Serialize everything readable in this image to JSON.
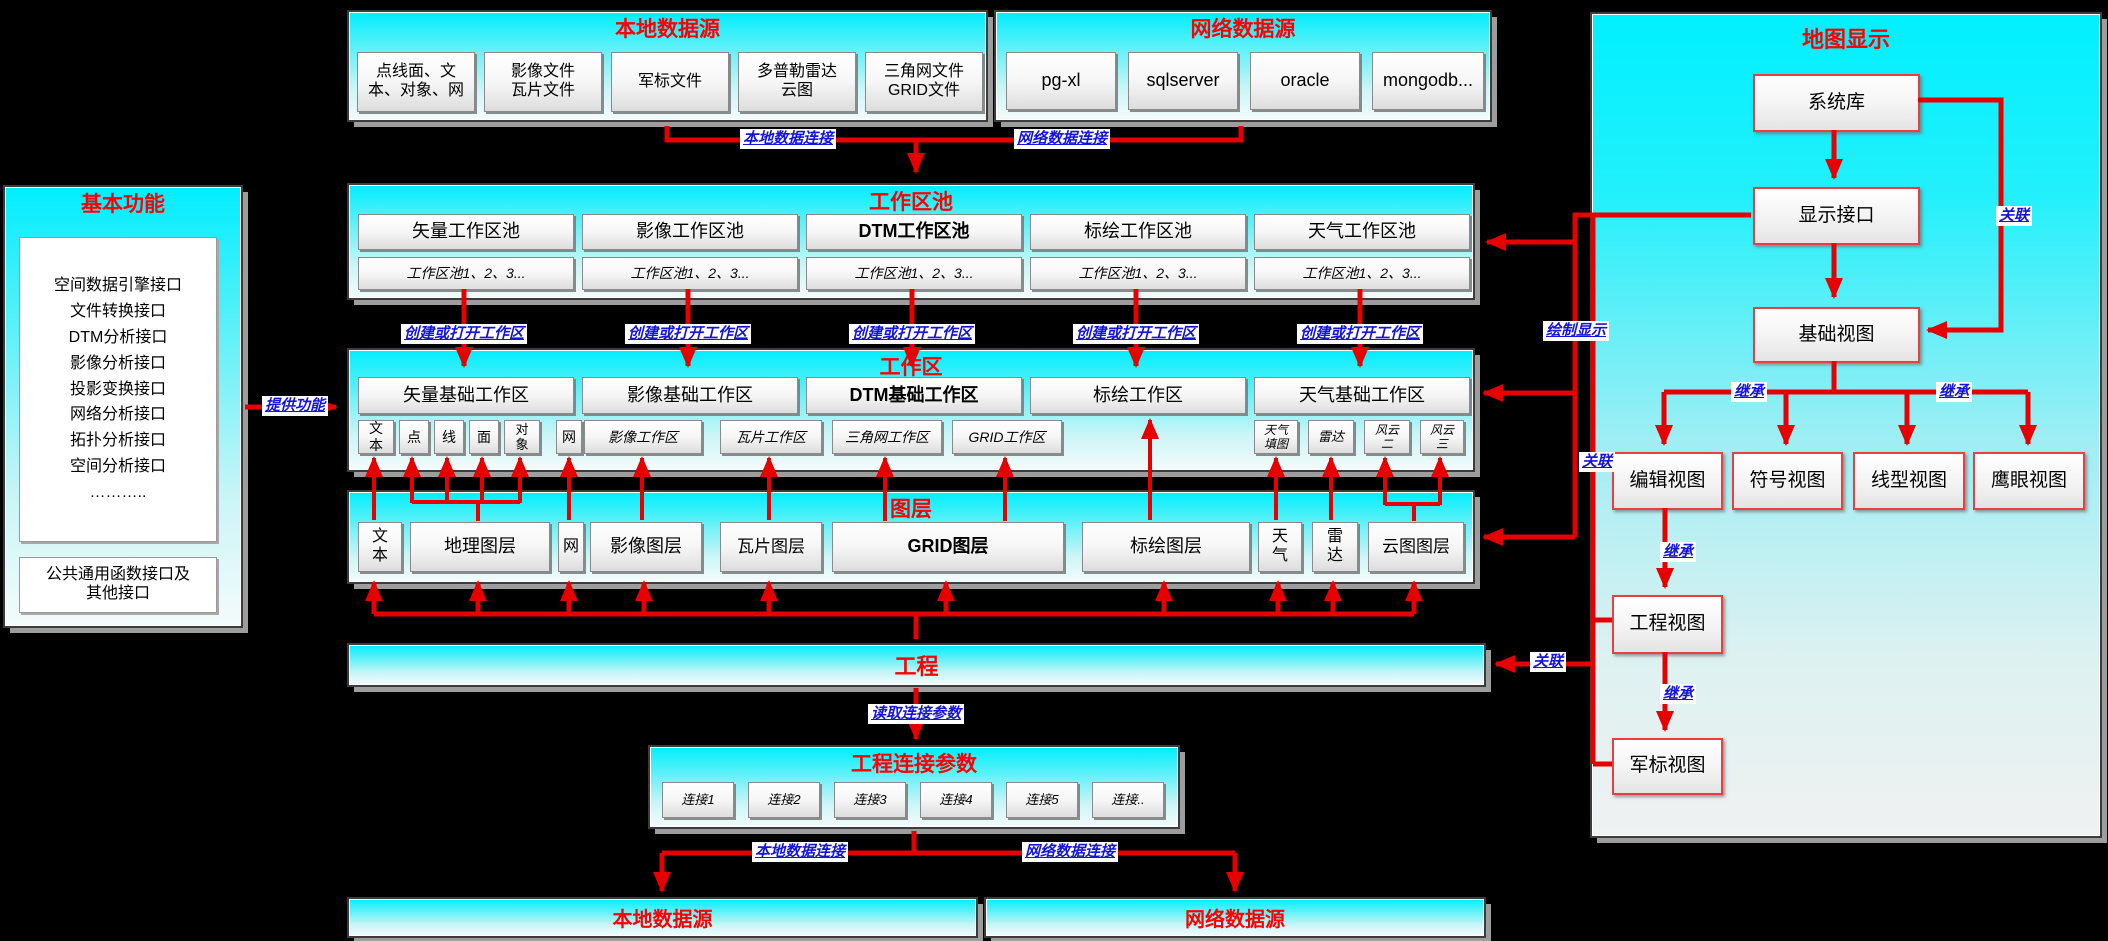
{
  "panels": {
    "local_source": {
      "title": "本地数据源",
      "items": [
        {
          "label": "点线面、文\n本、对象、网"
        },
        {
          "label": "影像文件\n瓦片文件"
        },
        {
          "label": "军标文件"
        },
        {
          "label": "多普勒雷达\n云图"
        },
        {
          "label": "三角网文件\nGRID文件"
        }
      ]
    },
    "network_source": {
      "title": "网络数据源",
      "items": [
        {
          "label": "pg-xl"
        },
        {
          "label": "sqlserver"
        },
        {
          "label": "oracle"
        },
        {
          "label": "mongodb..."
        }
      ]
    },
    "basic_functions": {
      "title": "基本功能",
      "interfaces": "空间数据引擎接口\n文件转换接口\nDTM分析接口\n影像分析接口\n投影变换接口\n网络分析接口\n拓扑分析接口\n空间分析接口\n………..",
      "common": "公共通用函数接口及\n其他接口"
    },
    "workspace_pool": {
      "title": "工作区池",
      "columns": [
        {
          "label": "矢量工作区池",
          "sub": "工作区池1、2、3..."
        },
        {
          "label": "影像工作区池",
          "sub": "工作区池1、2、3..."
        },
        {
          "label": "DTM工作区池",
          "sub": "工作区池1、2、3..."
        },
        {
          "label": "标绘工作区池",
          "sub": "工作区池1、2、3..."
        },
        {
          "label": "天气工作区池",
          "sub": "工作区池1、2、3..."
        }
      ]
    },
    "workspace": {
      "title": "工作区",
      "columns": [
        {
          "label": "矢量基础工作区"
        },
        {
          "label": "影像基础工作区"
        },
        {
          "label": "DTM基础工作区"
        },
        {
          "label": "标绘工作区"
        },
        {
          "label": "天气基础工作区"
        }
      ],
      "items": [
        {
          "label": "文\n本"
        },
        {
          "label": "点"
        },
        {
          "label": "线"
        },
        {
          "label": "面"
        },
        {
          "label": "对\n象"
        },
        {
          "label": "网"
        },
        {
          "label": "影像工作区"
        },
        {
          "label": "瓦片工作区"
        },
        {
          "label": "三角网工作区"
        },
        {
          "label": "GRID工作区"
        },
        {
          "label": "天气\n填图"
        },
        {
          "label": "雷达"
        },
        {
          "label": "风云\n二"
        },
        {
          "label": "风云\n三"
        }
      ]
    },
    "layers": {
      "title": "图层",
      "items": [
        {
          "label": "文\n本"
        },
        {
          "label": "地理图层"
        },
        {
          "label": "网"
        },
        {
          "label": "影像图层"
        },
        {
          "label": "瓦片图层"
        },
        {
          "label": "GRID图层"
        },
        {
          "label": "标绘图层"
        },
        {
          "label": "天\n气"
        },
        {
          "label": "雷\n达"
        },
        {
          "label": "云图图层"
        }
      ]
    },
    "project": {
      "title": "工程"
    },
    "connection_params": {
      "title": "工程连接参数",
      "items": [
        {
          "label": "连接1"
        },
        {
          "label": "连接2"
        },
        {
          "label": "连接3"
        },
        {
          "label": "连接4"
        },
        {
          "label": "连接5"
        },
        {
          "label": "连接.."
        }
      ]
    },
    "bottom_local": {
      "title": "本地数据源"
    },
    "bottom_network": {
      "title": "网络数据源"
    },
    "map_display": {
      "title": "地图显示",
      "nodes": {
        "system_lib": "系统库",
        "display_interface": "显示接口",
        "base_view": "基础视图",
        "edit_view": "编辑视图",
        "symbol_view": "符号视图",
        "line_view": "线型视图",
        "eagle_view": "鹰眼视图",
        "project_view": "工程视图",
        "military_view": "军标视图"
      }
    }
  },
  "edge_labels": {
    "local_connection": "本地数据连接",
    "network_connection": "网络数据连接",
    "create_or_open": "创建或打开工作区",
    "provide_function": "提供功能",
    "read_connection_params": "读取连接参数",
    "draw_display": "绘制显示",
    "association": "关联",
    "inherit": "继承"
  },
  "colors": {
    "background": "#000000",
    "panel_cyan": "#00f0ff",
    "title_red": "#ff0000",
    "arrow_red": "#e60000",
    "label_blue": "#1414dd"
  }
}
